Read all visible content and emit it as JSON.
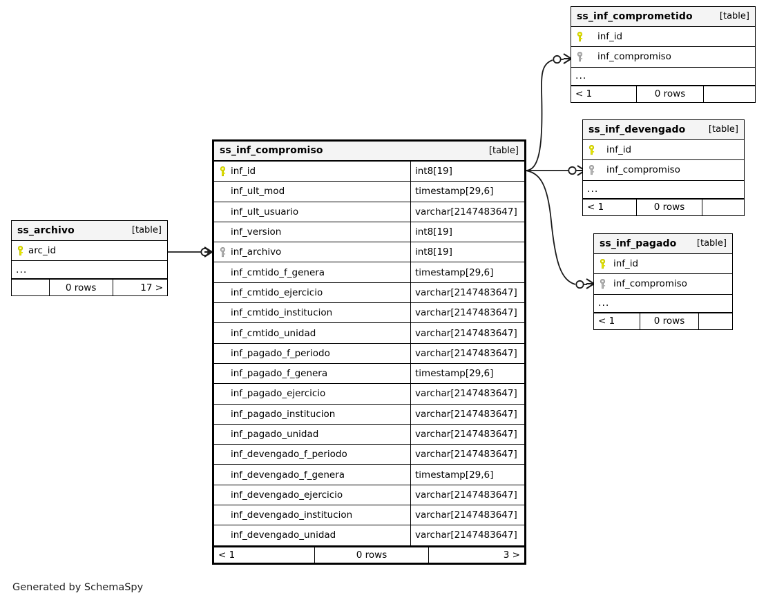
{
  "diagram": {
    "caption": "Generated by SchemaSpy",
    "table_tag": "[table]",
    "ellipsis": "...",
    "colors": {
      "pk_key": "#e8e800",
      "fk_key": "#b0b0b0",
      "header_bg": "#f4f4f4",
      "border": "#000000",
      "edge": "#222222"
    }
  },
  "tables": [
    {
      "id": "ss_archivo",
      "name": "ss_archivo",
      "tag": "[table]",
      "columns": [
        {
          "name": "arc_id",
          "type": "",
          "key": "pk"
        }
      ],
      "has_ellipsis": true,
      "footer": {
        "left": "",
        "mid": "0 rows",
        "right": "17 >"
      }
    },
    {
      "id": "ss_inf_compromiso",
      "name": "ss_inf_compromiso",
      "tag": "[table]",
      "columns": [
        {
          "name": "inf_id",
          "type": "int8[19]",
          "key": "pk"
        },
        {
          "name": "inf_ult_mod",
          "type": "timestamp[29,6]",
          "key": "none"
        },
        {
          "name": "inf_ult_usuario",
          "type": "varchar[2147483647]",
          "key": "none"
        },
        {
          "name": "inf_version",
          "type": "int8[19]",
          "key": "none"
        },
        {
          "name": "inf_archivo",
          "type": "int8[19]",
          "key": "fk"
        },
        {
          "name": "inf_cmtido_f_genera",
          "type": "timestamp[29,6]",
          "key": "none"
        },
        {
          "name": "inf_cmtido_ejercicio",
          "type": "varchar[2147483647]",
          "key": "none"
        },
        {
          "name": "inf_cmtido_institucion",
          "type": "varchar[2147483647]",
          "key": "none"
        },
        {
          "name": "inf_cmtido_unidad",
          "type": "varchar[2147483647]",
          "key": "none"
        },
        {
          "name": "inf_pagado_f_periodo",
          "type": "varchar[2147483647]",
          "key": "none"
        },
        {
          "name": "inf_pagado_f_genera",
          "type": "timestamp[29,6]",
          "key": "none"
        },
        {
          "name": "inf_pagado_ejercicio",
          "type": "varchar[2147483647]",
          "key": "none"
        },
        {
          "name": "inf_pagado_institucion",
          "type": "varchar[2147483647]",
          "key": "none"
        },
        {
          "name": "inf_pagado_unidad",
          "type": "varchar[2147483647]",
          "key": "none"
        },
        {
          "name": "inf_devengado_f_periodo",
          "type": "varchar[2147483647]",
          "key": "none"
        },
        {
          "name": "inf_devengado_f_genera",
          "type": "timestamp[29,6]",
          "key": "none"
        },
        {
          "name": "inf_devengado_ejercicio",
          "type": "varchar[2147483647]",
          "key": "none"
        },
        {
          "name": "inf_devengado_institucion",
          "type": "varchar[2147483647]",
          "key": "none"
        },
        {
          "name": "inf_devengado_unidad",
          "type": "varchar[2147483647]",
          "key": "none"
        }
      ],
      "has_ellipsis": false,
      "footer": {
        "left": "< 1",
        "mid": "0 rows",
        "right": "3 >"
      }
    },
    {
      "id": "ss_inf_comprometido",
      "name": "ss_inf_comprometido",
      "tag": "[table]",
      "columns": [
        {
          "name": "inf_id",
          "type": "",
          "key": "pk"
        },
        {
          "name": "inf_compromiso",
          "type": "",
          "key": "fk"
        }
      ],
      "has_ellipsis": true,
      "footer": {
        "left": "< 1",
        "mid": "0 rows",
        "right": ""
      }
    },
    {
      "id": "ss_inf_devengado",
      "name": "ss_inf_devengado",
      "tag": "[table]",
      "columns": [
        {
          "name": "inf_id",
          "type": "",
          "key": "pk"
        },
        {
          "name": "inf_compromiso",
          "type": "",
          "key": "fk"
        }
      ],
      "has_ellipsis": true,
      "footer": {
        "left": "< 1",
        "mid": "0 rows",
        "right": ""
      }
    },
    {
      "id": "ss_inf_pagado",
      "name": "ss_inf_pagado",
      "tag": "[table]",
      "columns": [
        {
          "name": "inf_id",
          "type": "",
          "key": "pk"
        },
        {
          "name": "inf_compromiso",
          "type": "",
          "key": "fk"
        }
      ],
      "has_ellipsis": true,
      "footer": {
        "left": "< 1",
        "mid": "0 rows",
        "right": ""
      }
    }
  ],
  "relationships": [
    {
      "from": "ss_archivo",
      "to": "ss_inf_compromiso",
      "from_column": "arc_id",
      "to_column": "inf_archivo"
    },
    {
      "from": "ss_inf_compromiso",
      "to": "ss_inf_comprometido",
      "from_column": "inf_id",
      "to_column": "inf_compromiso"
    },
    {
      "from": "ss_inf_compromiso",
      "to": "ss_inf_devengado",
      "from_column": "inf_id",
      "to_column": "inf_compromiso"
    },
    {
      "from": "ss_inf_compromiso",
      "to": "ss_inf_pagado",
      "from_column": "inf_id",
      "to_column": "inf_compromiso"
    }
  ]
}
